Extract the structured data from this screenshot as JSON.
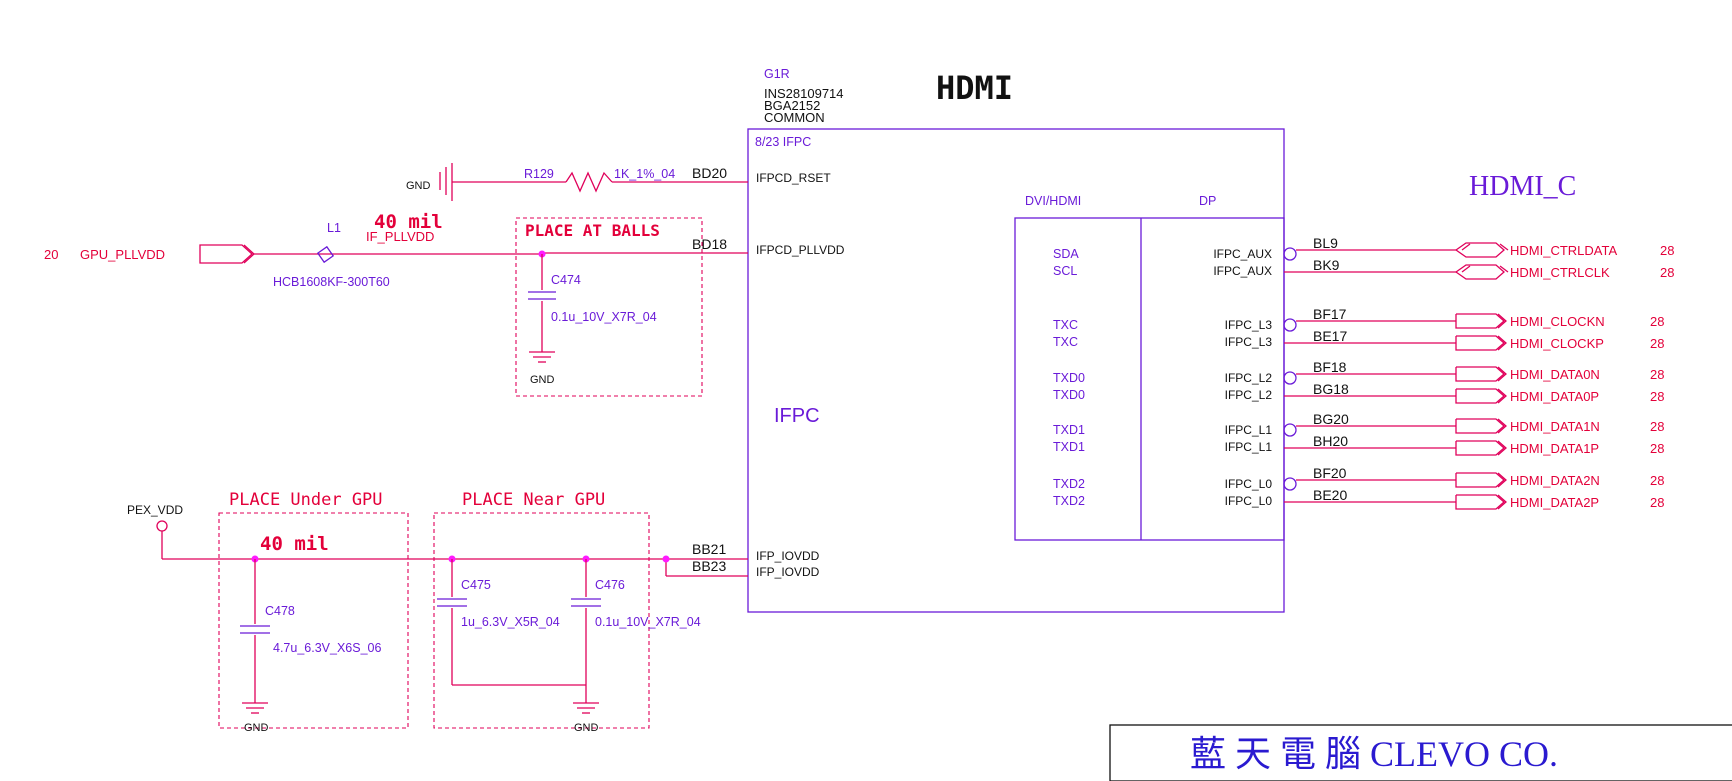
{
  "title": "HDMI",
  "part": {
    "ref": "G1R",
    "pn": "INS28109714",
    "package": "BGA2152",
    "common": "COMMON",
    "section": "8/23 IFPC",
    "block_label": "IFPC"
  },
  "sub_block": {
    "left_header": "DVI/HDMI",
    "right_header": "DP"
  },
  "connector_label": "HDMI_C",
  "left_pins": [
    {
      "ball": "BD20",
      "name": "IFPCD_RSET"
    },
    {
      "ball": "BD18",
      "name": "IFPCD_PLLVDD"
    },
    {
      "ball": "BB21",
      "name": "IFP_IOVDD"
    },
    {
      "ball": "BB23",
      "name": "IFP_IOVDD"
    }
  ],
  "right_pins": [
    {
      "dvi": "SDA",
      "dp": "IFPC_AUX",
      "ball": "BL9",
      "net": "HDMI_CTRLDATA",
      "page": "28"
    },
    {
      "dvi": "SCL",
      "dp": "IFPC_AUX",
      "ball": "BK9",
      "net": "HDMI_CTRLCLK",
      "page": "28"
    },
    {
      "dvi": "TXC",
      "dp": "IFPC_L3",
      "ball": "BF17",
      "net": "HDMI_CLOCKN",
      "page": "28"
    },
    {
      "dvi": "TXC",
      "dp": "IFPC_L3",
      "ball": "BE17",
      "net": "HDMI_CLOCKP",
      "page": "28"
    },
    {
      "dvi": "TXD0",
      "dp": "IFPC_L2",
      "ball": "BF18",
      "net": "HDMI_DATA0N",
      "page": "28"
    },
    {
      "dvi": "TXD0",
      "dp": "IFPC_L2",
      "ball": "BG18",
      "net": "HDMI_DATA0P",
      "page": "28"
    },
    {
      "dvi": "TXD1",
      "dp": "IFPC_L1",
      "ball": "BG20",
      "net": "HDMI_DATA1N",
      "page": "28"
    },
    {
      "dvi": "TXD1",
      "dp": "IFPC_L1",
      "ball": "BH20",
      "net": "HDMI_DATA1P",
      "page": "28"
    },
    {
      "dvi": "TXD2",
      "dp": "IFPC_L0",
      "ball": "BF20",
      "net": "HDMI_DATA2N",
      "page": "28"
    },
    {
      "dvi": "TXD2",
      "dp": "IFPC_L0",
      "ball": "BE20",
      "net": "HDMI_DATA2P",
      "page": "28"
    }
  ],
  "rset": {
    "ref": "R129",
    "value": "1K_1%_04",
    "gnd": "GND"
  },
  "pll": {
    "page": "20",
    "net": "GPU_PLLVDD",
    "inductor_ref": "L1",
    "inductor_value": "HCB1608KF-300T60",
    "width": "40 mil",
    "local_net": "IF_PLLVDD",
    "place_note": "PLACE AT BALLS",
    "cap_ref": "C474",
    "cap_value": "0.1u_10V_X7R_04",
    "gnd": "GND"
  },
  "iovdd": {
    "net": "PEX_VDD",
    "width": "40 mil",
    "place_under": "PLACE Under GPU",
    "place_near": "PLACE Near GPU",
    "caps": [
      {
        "ref": "C478",
        "value": "4.7u_6.3V_X6S_06"
      },
      {
        "ref": "C475",
        "value": "1u_6.3V_X5R_04"
      },
      {
        "ref": "C476",
        "value": "0.1u_10V_X7R_04"
      }
    ],
    "gnd1": "GND",
    "gnd2": "GND"
  },
  "title_block": {
    "company": "藍 天 電 腦  CLEVO CO."
  },
  "colors": {
    "wire": "#e0005a",
    "part": "#6a1bd8",
    "text_red": "#e3003a",
    "junction": "#ff1aff"
  }
}
